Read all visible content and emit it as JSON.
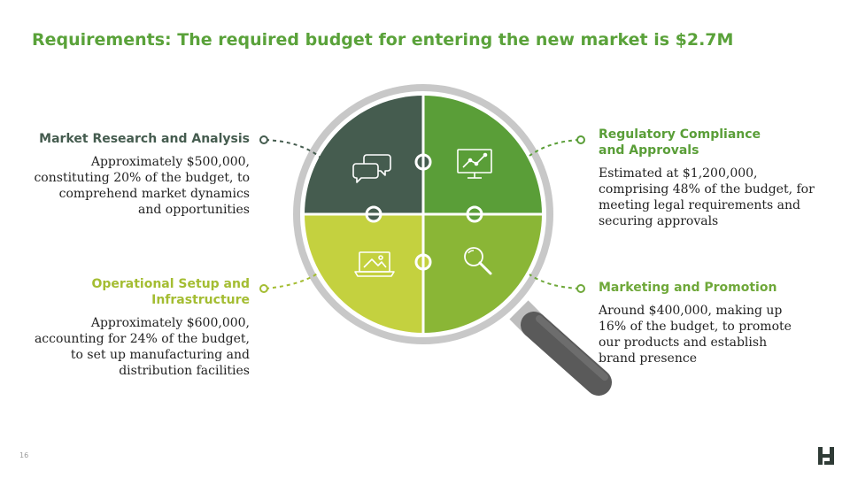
{
  "title": "Requirements: The required budget for entering the new market is $2.7M",
  "colors": {
    "accent_green": "#5aa23a",
    "dark_slate": "#455c4f",
    "green": "#5a9e38",
    "lime": "#c4d13f",
    "mid_green": "#8ab636",
    "ring": "#c8c8c8",
    "handle": "#5a5a5a"
  },
  "sections": [
    {
      "heading": [
        "Market Research and Analysis"
      ],
      "body": [
        "Approximately $500,000,",
        "constituting 20% of the budget, to",
        "comprehend market dynamics",
        "and opportunities"
      ],
      "heading_color": "#455c4f",
      "icon": "chat-bubbles-icon"
    },
    {
      "heading": [
        "Regulatory Compliance",
        "and Approvals"
      ],
      "body": [
        "Estimated at $1,200,000,",
        "comprising 48% of the budget, for",
        "meeting legal requirements and",
        "securing approvals"
      ],
      "heading_color": "#5a9e38",
      "icon": "monitor-chart-icon"
    },
    {
      "heading": [
        "Operational Setup and",
        "Infrastructure"
      ],
      "body": [
        "Approximately $600,000,",
        "accounting for 24% of the budget,",
        "to set up manufacturing and",
        "distribution facilities"
      ],
      "heading_color": "#a4bd32",
      "icon": "laptop-image-icon"
    },
    {
      "heading": [
        "Marketing and Promotion"
      ],
      "body": [
        "Around $400,000, making up",
        "16% of the budget, to promote",
        "our products and establish",
        "brand presence"
      ],
      "heading_color": "#6fa83a",
      "icon": "magnifier-icon"
    }
  ],
  "page_number": "16",
  "logo_icon": "brand-logo-icon"
}
